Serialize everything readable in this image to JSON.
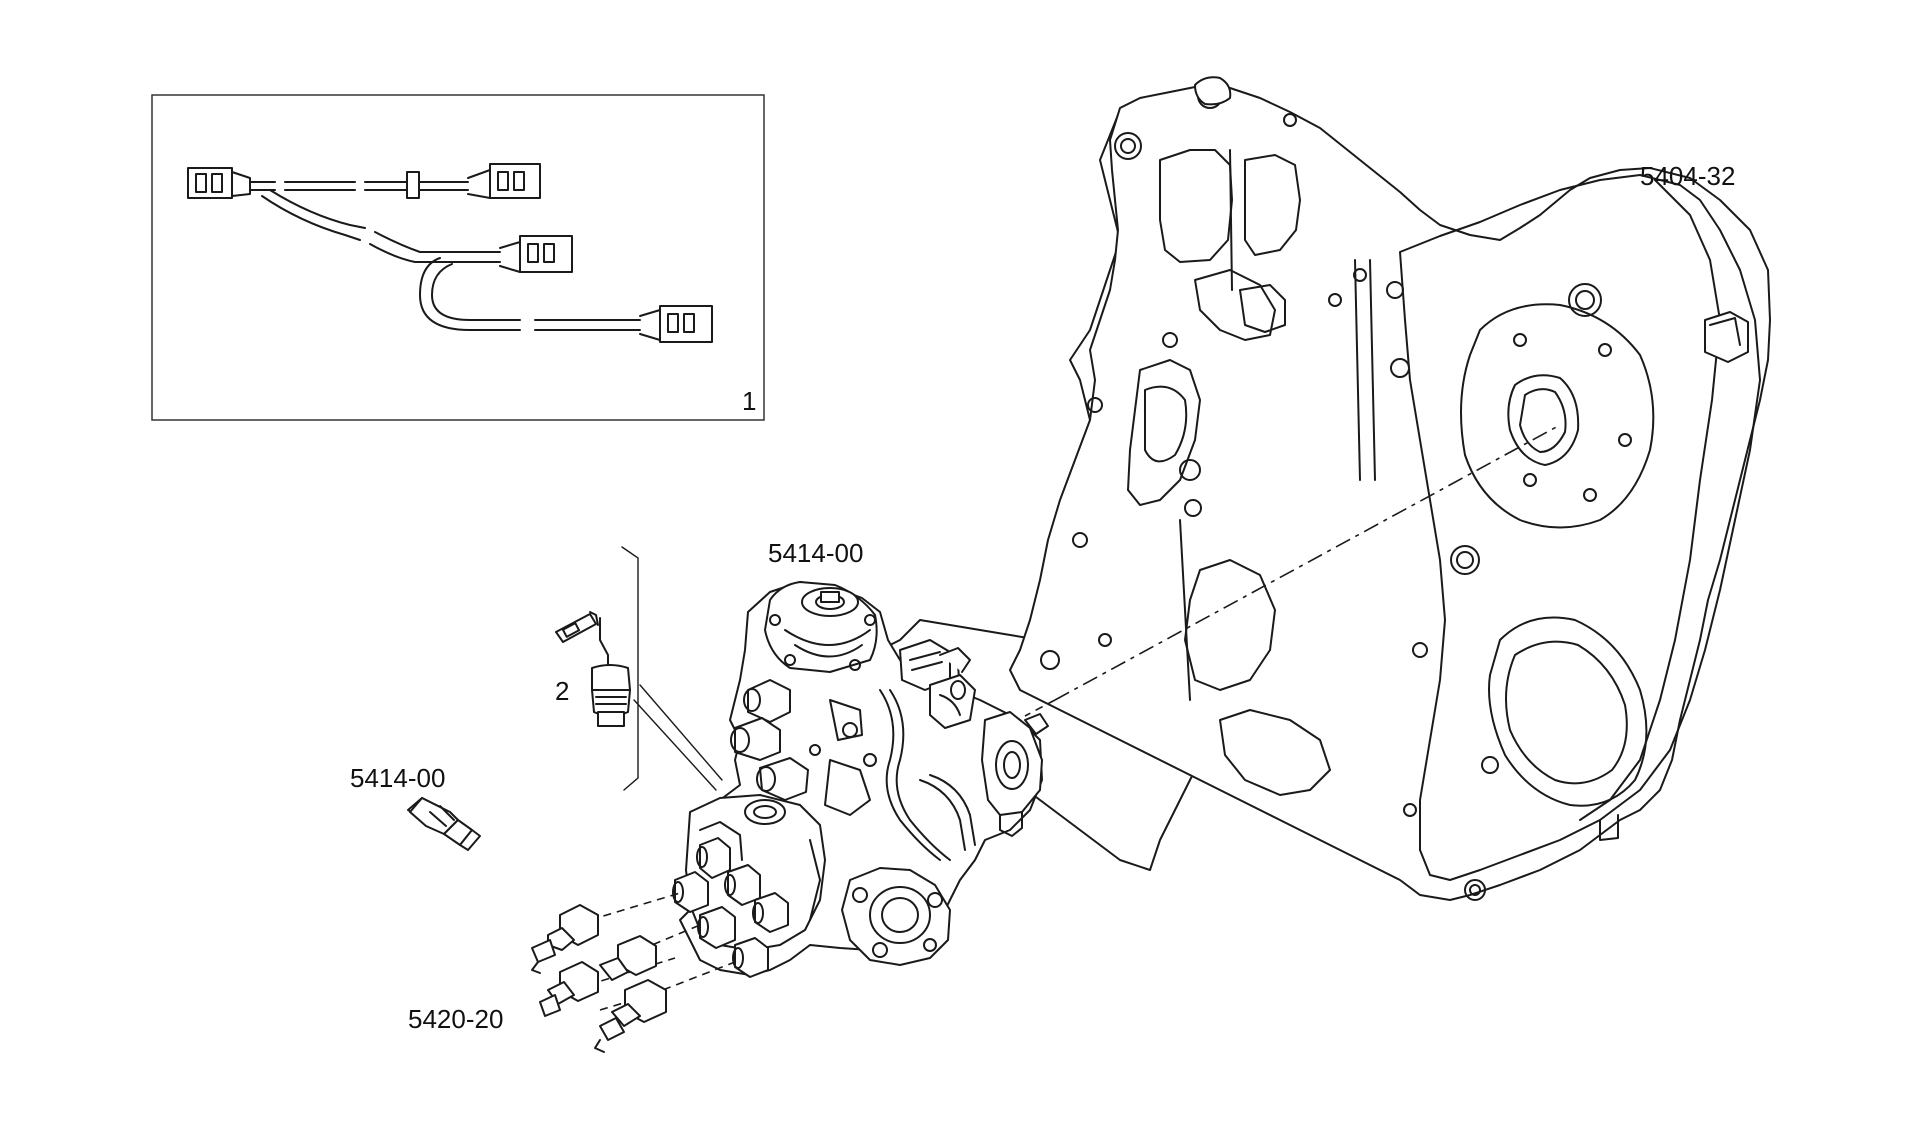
{
  "diagram": {
    "labels": {
      "housing": "5404-32",
      "pump_top": "5414-00",
      "sensor_left": "5414-00",
      "injector_fittings": "5420-20",
      "sensor_item": "2",
      "harness_inset_item": "1"
    }
  }
}
